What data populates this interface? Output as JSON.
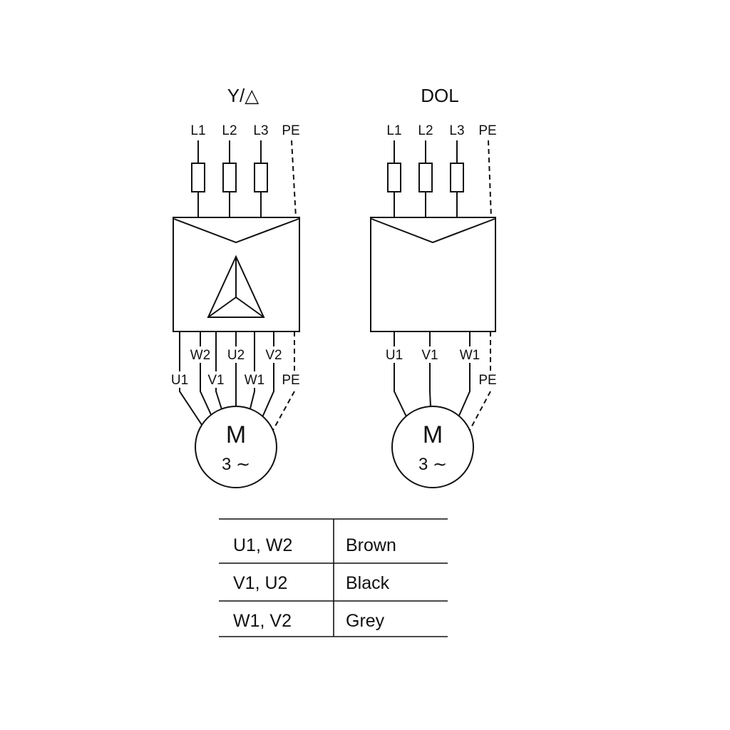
{
  "left_diagram": {
    "title": "Y/△",
    "terminals_top": [
      "L1",
      "L2",
      "L3",
      "PE"
    ],
    "winding_labels_row1": [
      "W2",
      "U2",
      "V2"
    ],
    "winding_labels_row2": [
      "U1",
      "V1",
      "W1"
    ],
    "pe_bottom": "PE",
    "motor_letter": "M",
    "motor_phase": "3 ∼"
  },
  "right_diagram": {
    "title": "DOL",
    "terminals_top": [
      "L1",
      "L2",
      "L3",
      "PE"
    ],
    "winding_labels": [
      "U1",
      "V1",
      "W1"
    ],
    "pe_bottom": "PE",
    "motor_letter": "M",
    "motor_phase": "3 ∼"
  },
  "wiring_table": {
    "rows": [
      {
        "terminals": "U1, W2",
        "color_name": "Brown"
      },
      {
        "terminals": "V1, U2",
        "color_name": "Black"
      },
      {
        "terminals": "W1, V2",
        "color_name": "Grey"
      }
    ]
  },
  "colors": {
    "line": "#111111",
    "background": "#ffffff"
  }
}
